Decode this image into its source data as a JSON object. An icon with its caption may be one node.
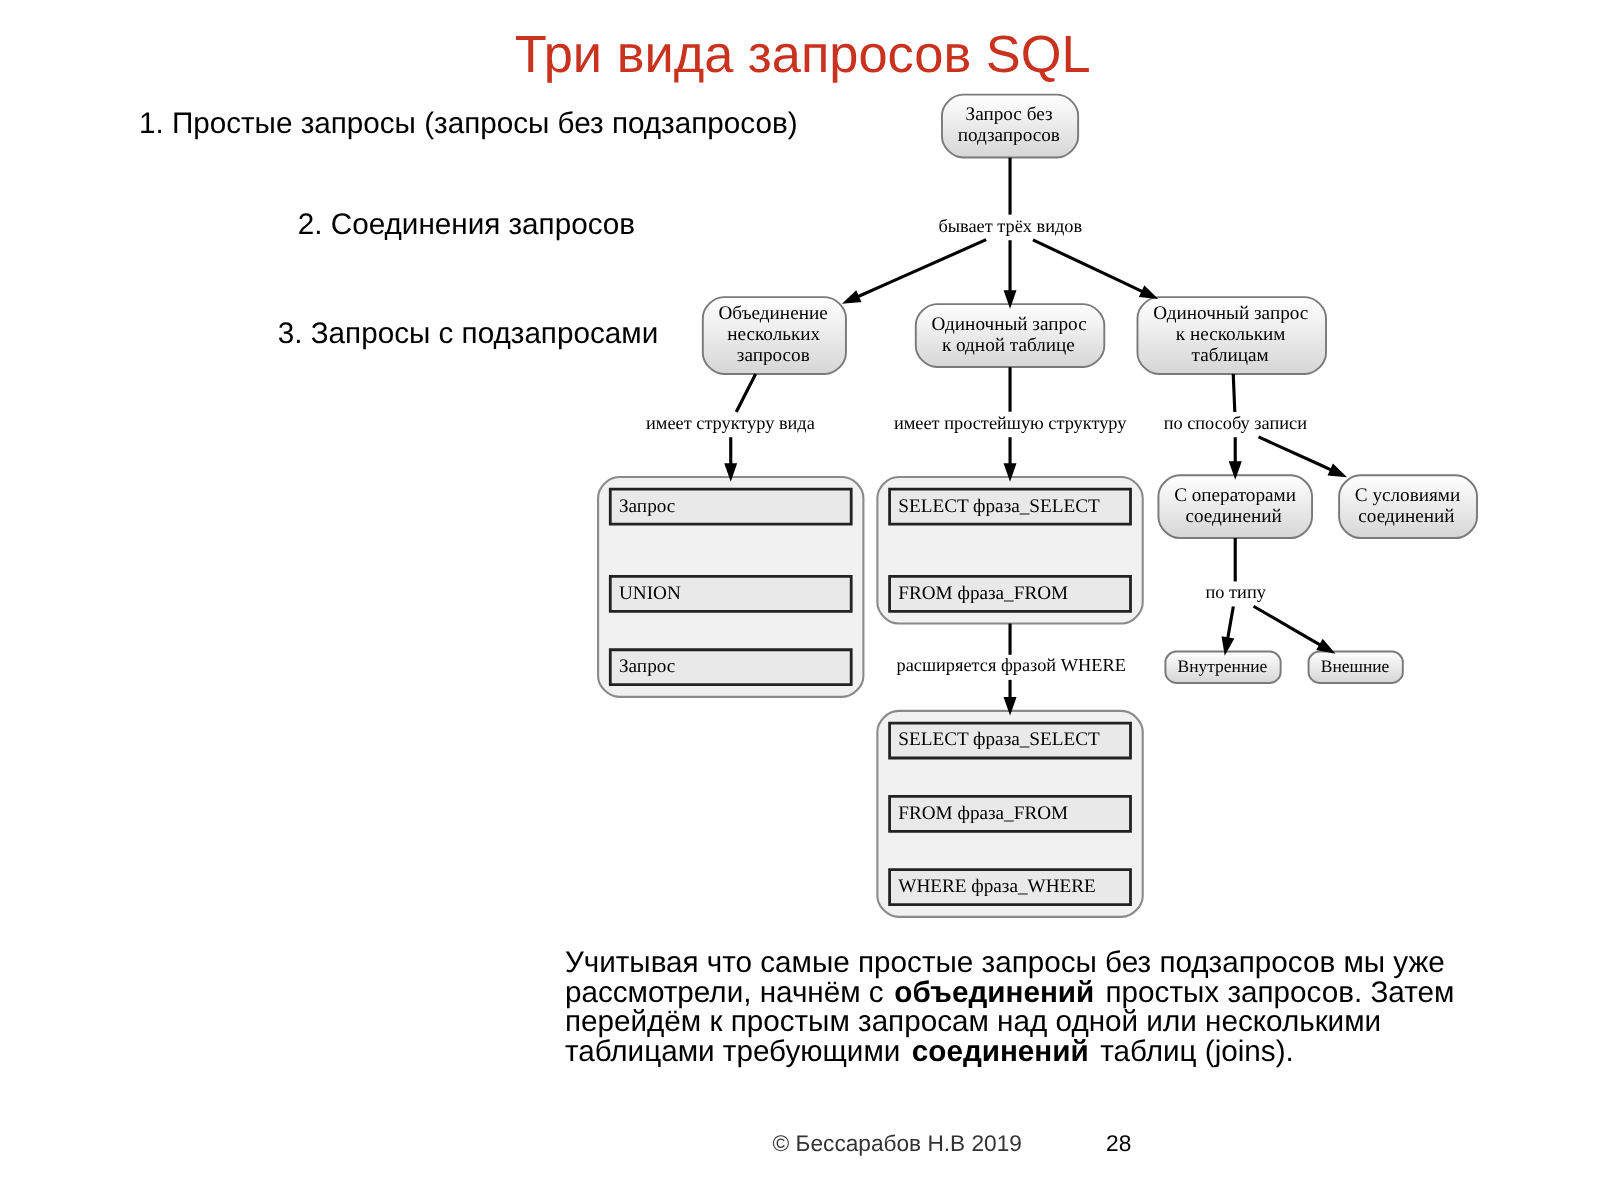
{
  "diagram": {
    "title": "Три вида запросов SQL",
    "nodes": [
      {
        "text": [
          "Запрос без подзапросов"
        ]
      },
      {
        "text": [
          "бывает трёх видов"
        ]
      },
      {
        "text": [
          "Объединение нескольких запросов"
        ]
      },
      {
        "text": [
          "Одиночный запрос к одной таблице"
        ]
      },
      {
        "text": [
          "Одиночный запрос к нескольким таблицам"
        ]
      },
      {
        "text": [
          "имеет структуру вида"
        ]
      },
      {
        "text": [
          "имеет простейшую структуру"
        ]
      },
      {
        "text": [
          "по способу записи"
        ]
      },
      {
        "text": [],
        "shape": "box"
      },
      {
        "text": [
          "Запрос"
        ],
        "in": 8
      },
      {
        "text": [
          "UNION"
        ],
        "in": 8
      },
      {
        "text": [
          "Запрос"
        ],
        "in": 8
      },
      {
        "text": [],
        "shape": "box"
      },
      {
        "text": [
          "SELECT фраза_SELECT"
        ],
        "in": 12
      },
      {
        "text": [
          "FROM фраза_FROM"
        ],
        "in": 12
      },
      {
        "text": [
          "С операторами соединений"
        ]
      },
      {
        "text": [
          "С условиями соединений"
        ]
      },
      {
        "text": [
          "расширяется фразой WHERE"
        ]
      },
      {
        "text": [
          "по типу"
        ]
      },
      {
        "text": [],
        "shape": "box"
      },
      {
        "text": [
          "SELECT фраза_SELECT"
        ],
        "in": 19
      },
      {
        "text": [
          "FROM фраза_FROM"
        ],
        "in": 19
      },
      {
        "text": [
          "WHERE фраза_WHERE"
        ],
        "in": 19
      },
      {
        "text": [
          "Внутренние"
        ]
      },
      {
        "text": [
          "Внешние"
        ]
      }
    ],
    "edges": [
      {
        "from": 0,
        "to": 1,
        "arrow": "none"
      },
      {
        "from": 1,
        "to": 2,
        "arrow": "to"
      },
      {
        "from": 1,
        "to": 3,
        "arrow": "to"
      },
      {
        "from": 1,
        "to": 4,
        "arrow": "to"
      },
      {
        "from": 2,
        "to": 5,
        "arrow": "none"
      },
      {
        "from": 5,
        "to": 8,
        "arrow": "to"
      },
      {
        "from": 3,
        "to": 6,
        "arrow": "none"
      },
      {
        "from": 6,
        "to": 12,
        "arrow": "to"
      },
      {
        "from": 4,
        "to": 7,
        "arrow": "none"
      },
      {
        "from": 7,
        "to": 15,
        "arrow": "to"
      },
      {
        "from": 7,
        "to": 16,
        "arrow": "to"
      },
      {
        "from": 12,
        "to": 17,
        "arrow": "none"
      },
      {
        "from": 17,
        "to": 19,
        "arrow": "to"
      },
      {
        "from": 15,
        "to": 18,
        "arrow": "none"
      },
      {
        "from": 18,
        "to": 23,
        "arrow": "to"
      },
      {
        "from": 18,
        "to": 24,
        "arrow": "to"
      }
    ],
    "labels": [
      "1. Простые запросы (запросы без подзапросов)",
      "2. Соединения запросов",
      "3. Запросы с подзапросами",
      "Учитывая что самые простые запросы без подзапросов мы уже рассмотрели, начнём с **объединений** простых запросов. Затем перейдём к простым запросам над одной или несколькими таблицами требующими **соединений** таблиц (joins).",
      "28",
      "© Бессарабов Н.В 2019"
    ]
  }
}
